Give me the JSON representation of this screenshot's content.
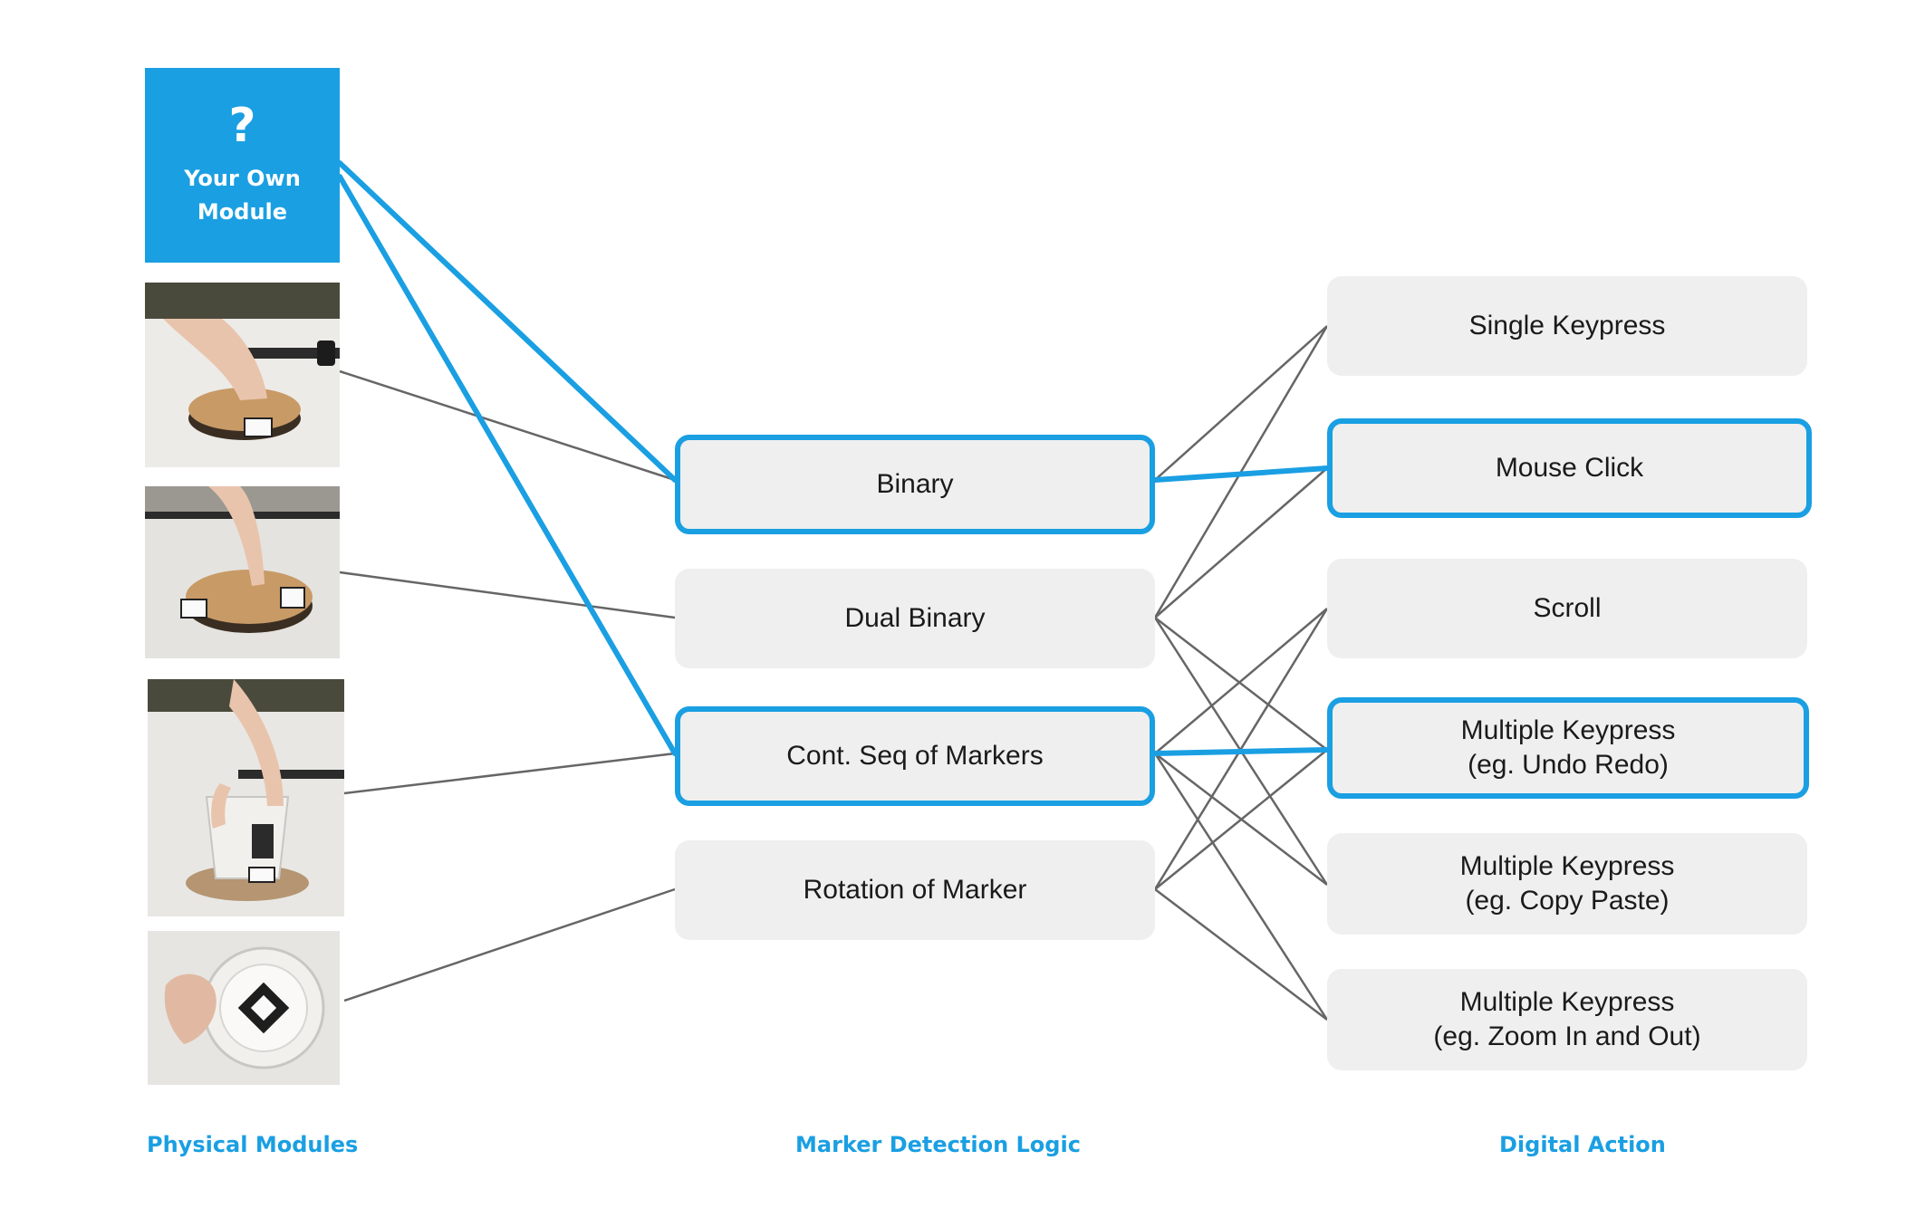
{
  "modules": {
    "own_module": {
      "icon": "question-mark",
      "label": "Your Own\nModule",
      "color": "#1a9fe2"
    }
  },
  "logic": [
    {
      "label": "Binary",
      "highlighted": true
    },
    {
      "label": "Dual Binary",
      "highlighted": false
    },
    {
      "label": "Cont. Seq of Markers",
      "highlighted": true
    },
    {
      "label": "Rotation of Marker",
      "highlighted": false
    }
  ],
  "actions": [
    {
      "label": "Single Keypress",
      "highlighted": false
    },
    {
      "label": "Mouse Click",
      "highlighted": true
    },
    {
      "label": "Scroll",
      "highlighted": false
    },
    {
      "label": "Multiple Keypress\n(eg. Undo Redo)",
      "highlighted": true
    },
    {
      "label": "Multiple Keypress\n(eg. Copy Paste)",
      "highlighted": false
    },
    {
      "label": "Multiple Keypress\n(eg. Zoom In and Out)",
      "highlighted": false
    }
  ],
  "columns": {
    "physical": "Physical Modules",
    "logic": "Marker Detection Logic",
    "action": "Digital Action"
  },
  "colors": {
    "accent": "#1a9fe2",
    "box_bg": "#efefef",
    "thin_line": "#666666"
  }
}
